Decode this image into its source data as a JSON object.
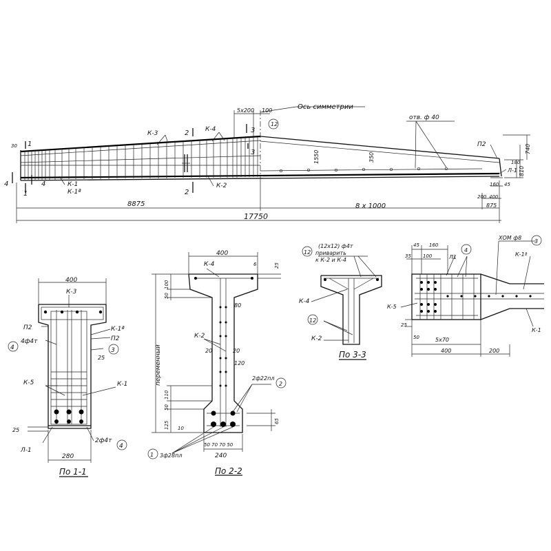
{
  "elevation": {
    "axis_note": "Ось симметрии",
    "hole_note": "отв. ф 40",
    "dims": {
      "total": "17750",
      "half": "8875",
      "spacing": "8 х 1000",
      "top_step": "5х200",
      "top_100": "100",
      "h_end": "740",
      "h_810": "810",
      "h_mid": "1550",
      "d_350": "350",
      "d_30": "30",
      "d_180": "180",
      "d_160": "160",
      "d_45": "45",
      "d_200": "200",
      "d_400": "400",
      "d_875": "875"
    },
    "labels": {
      "k3": "К-3",
      "k4": "К-4",
      "k1": "К-1",
      "k1a": "К-1ª",
      "k2": "К-2",
      "p2": "П2",
      "l1": "Л-1",
      "s1a": "1",
      "s1b": "1",
      "s2a": "2",
      "s2b": "2",
      "s3a": "3",
      "s3b": "3",
      "s4a": "4",
      "s4b": "4",
      "c12": "12"
    }
  },
  "section_1_1": {
    "title": "По 1-1",
    "width_top": "400",
    "width_bottom": "280",
    "d25": "25",
    "labels": {
      "k3": "К-3",
      "k1a": "К-1ª",
      "p2a": "П2",
      "p2b": "П2",
      "k5": "К-5",
      "k1": "К-1",
      "l1": "Л-1",
      "bars_4": "4ф4т",
      "bars_2": "2ф4т",
      "c4a": "4",
      "c4b": "4",
      "c3": "3",
      "n25": "25"
    }
  },
  "section_2_2": {
    "title": "По 2-2",
    "width_top": "400",
    "width_bottom": "240",
    "height_label": "переменный",
    "labels": {
      "k4": "К-4",
      "k2": "К-2",
      "bars_22": "2ф22пл",
      "bars_28": "3ф28пл",
      "c1": "1",
      "c2": "2",
      "c6": "6",
      "d100": "100",
      "d50": "50",
      "d25": "25",
      "d80": "80",
      "d20a": "20",
      "d20b": "20",
      "d120": "120",
      "d110": "110",
      "d50b": "50",
      "d125": "125",
      "d10": "10",
      "d65": "65",
      "d30": "30",
      "bot": "50 70 70 50"
    }
  },
  "section_3_3": {
    "title": "По 3-3",
    "note_size": "(12х12) ф4т",
    "note_weld": "приварить",
    "note_to": "к К-2 и К-4",
    "labels": {
      "k4": "К-4",
      "k2": "К-2",
      "c12a": "12",
      "c12b": "12"
    }
  },
  "end_detail": {
    "labels": {
      "d45": "45",
      "d160": "160",
      "d35": "35",
      "d100": "100",
      "l1": "Л1",
      "c4": "4",
      "bars_cm": "ХОМ ф8",
      "c3": "3",
      "k1a": "К-1ª",
      "k5": "К-5",
      "d25": "25",
      "d50": "50",
      "sp": "5х70",
      "k1": "К-1",
      "w400": "400",
      "w200": "200"
    }
  }
}
